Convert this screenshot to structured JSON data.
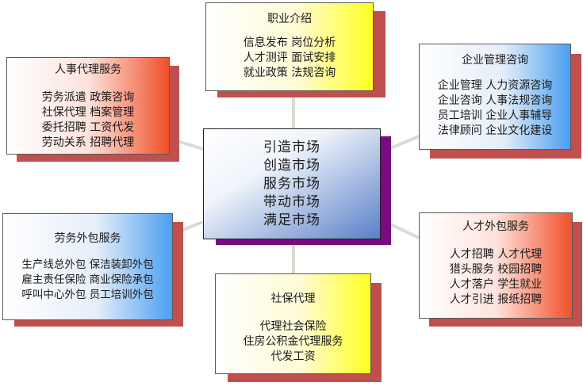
{
  "center": {
    "lines": [
      "引造市场",
      "创造市场",
      "服务市场",
      "带动市场",
      "满足市场"
    ]
  },
  "boxes": {
    "career": {
      "title": "职业介绍",
      "lines": [
        "信息发布  岗位分析",
        "人才测评  面试安排",
        "就业政策  法规咨询"
      ]
    },
    "personnel": {
      "title": "人事代理服务",
      "lines": [
        "劳务派遣  政策咨询",
        "社保代理  档案管理",
        "委托招聘  工资代发",
        "劳动关系  招聘代理"
      ]
    },
    "enterprise": {
      "title": "企业管理咨询",
      "lines": [
        "企业管理  人力资源咨询",
        "企业咨询  人事法规咨询",
        "员工培训  企业人事辅导",
        "法律顾问  企业文化建设"
      ]
    },
    "labor": {
      "title": "劳务外包服务",
      "lines": [
        "生产线总外包  保洁装卸外包",
        "雇主责任保险  商业保险承包",
        "呼叫中心外包  员工培训外包"
      ]
    },
    "talent": {
      "title": "人才外包服务",
      "lines": [
        "人才招聘  人才代理",
        "猎头服务  校园招聘",
        "人才落户  学生就业",
        "人才引进  报纸招聘"
      ]
    },
    "social": {
      "title": "社保代理",
      "lines": [
        "代理社会保险",
        "住房公积金代理服务",
        "代发工资"
      ]
    }
  }
}
